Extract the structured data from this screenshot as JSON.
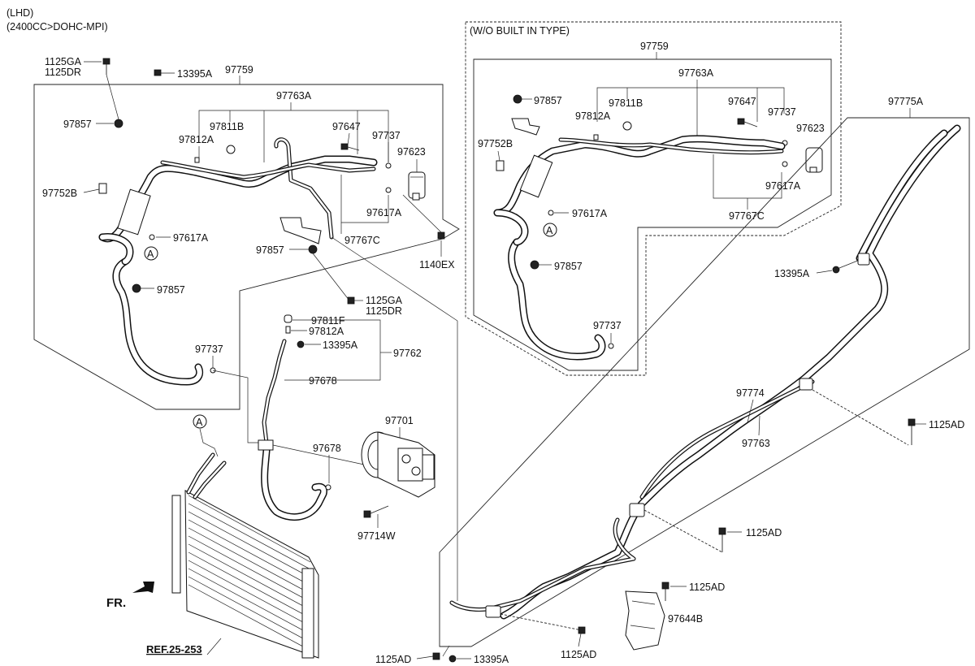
{
  "header": {
    "line1": "(LHD)",
    "line2": "(2400CC>DOHC-MPI)",
    "inset_title": "(W/O BUILT IN TYPE)"
  },
  "labels": {
    "l_1125ga_top": "1125GA",
    "l_1125dr_top": "1125DR",
    "l_13395a_top": "13395A",
    "l_97759": "97759",
    "l_97763a": "97763A",
    "l_97857_a": "97857",
    "l_97811b": "97811B",
    "l_97812a": "97812A",
    "l_97647": "97647",
    "l_97737_a": "97737",
    "l_97623": "97623",
    "l_97752b": "97752B",
    "l_97617a_a": "97617A",
    "l_97617a_b": "97617A",
    "l_97767c": "97767C",
    "l_97857_b": "97857",
    "l_1140ex": "1140EX",
    "l_97857_c": "97857",
    "l_1125ga_mid": "1125GA",
    "l_1125dr_mid": "1125DR",
    "l_97811f": "97811F",
    "l_97812a_mid": "97812A",
    "l_13395a_mid": "13395A",
    "l_97762": "97762",
    "l_97737_b": "97737",
    "l_97678_a": "97678",
    "l_97701": "97701",
    "l_97678_b": "97678",
    "l_97714w": "97714W",
    "l_ref": "REF.25-253",
    "l_fr": "FR.",
    "l_circle_a1": "A",
    "l_circle_a2": "A",
    "l_circle_a3": "A",
    "i_97759": "97759",
    "i_97763a": "97763A",
    "i_97857_a": "97857",
    "i_97811b": "97811B",
    "i_97812a": "97812A",
    "i_97647": "97647",
    "i_97737_a": "97737",
    "i_97623": "97623",
    "i_97752b": "97752B",
    "i_97617a_a": "97617A",
    "i_97617a_b": "97617A",
    "i_97767c": "97767C",
    "i_97857_b": "97857",
    "i_97737_b": "97737",
    "r_97775a": "97775A",
    "r_13395a": "13395A",
    "r_97774": "97774",
    "r_97763": "97763",
    "r_1125ad_a": "1125AD",
    "r_1125ad_b": "1125AD",
    "r_1125ad_c": "1125AD",
    "r_1125ad_d": "1125AD",
    "r_1125ad_e": "1125AD",
    "r_13395a_bot": "13395A",
    "r_97644b": "97644B"
  }
}
